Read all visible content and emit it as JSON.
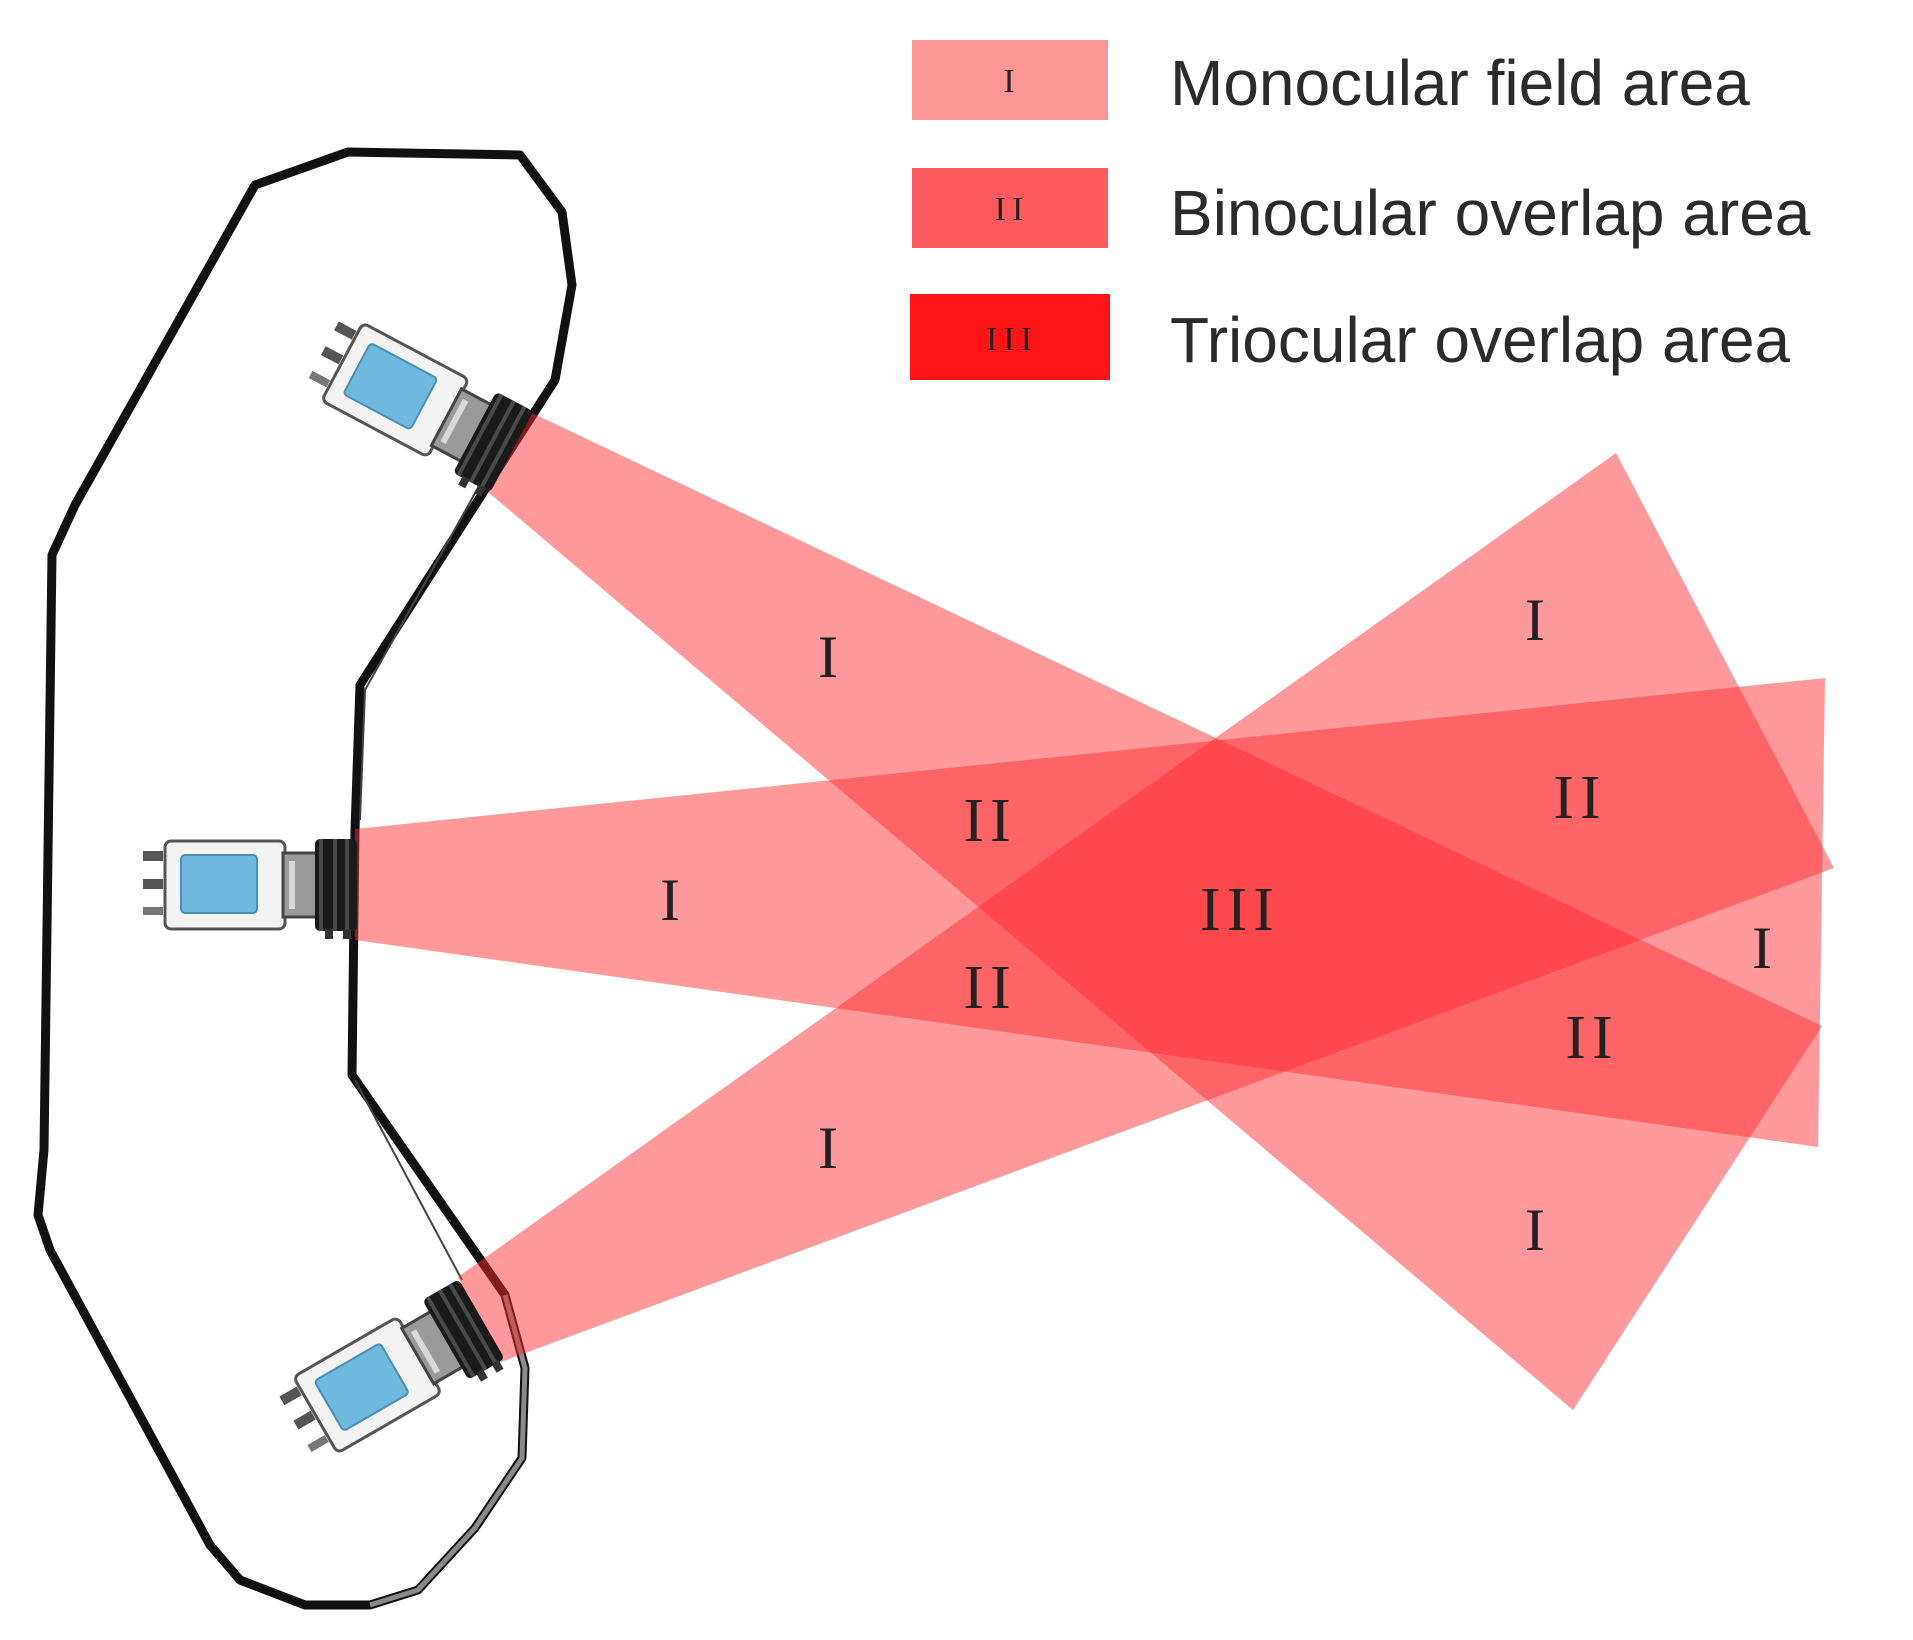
{
  "legend": {
    "items": [
      {
        "code": "I",
        "label": "Monocular field area",
        "color": "#fb9697"
      },
      {
        "code": "II",
        "label": "Binocular overlap area",
        "color": "#fc5a5c"
      },
      {
        "code": "III",
        "label": "Triocular overlap area",
        "color": "#fe1416"
      }
    ]
  },
  "regions": {
    "top_cam_mono": "I",
    "upper_right_mono": "I",
    "middle_cam_mono": "I",
    "bottom_cam_mono": "I",
    "lower_right_mono": "I",
    "far_right_mono": "I",
    "upper_left_bino": "II",
    "lower_left_bino": "II",
    "upper_right_bino": "II",
    "lower_right_bino": "II",
    "center_trio": "III"
  },
  "colors": {
    "field": "#ff2a2d",
    "frame": "#111111",
    "camera_sensor": "#6fb9e0",
    "lens": "#1a1a1a"
  }
}
